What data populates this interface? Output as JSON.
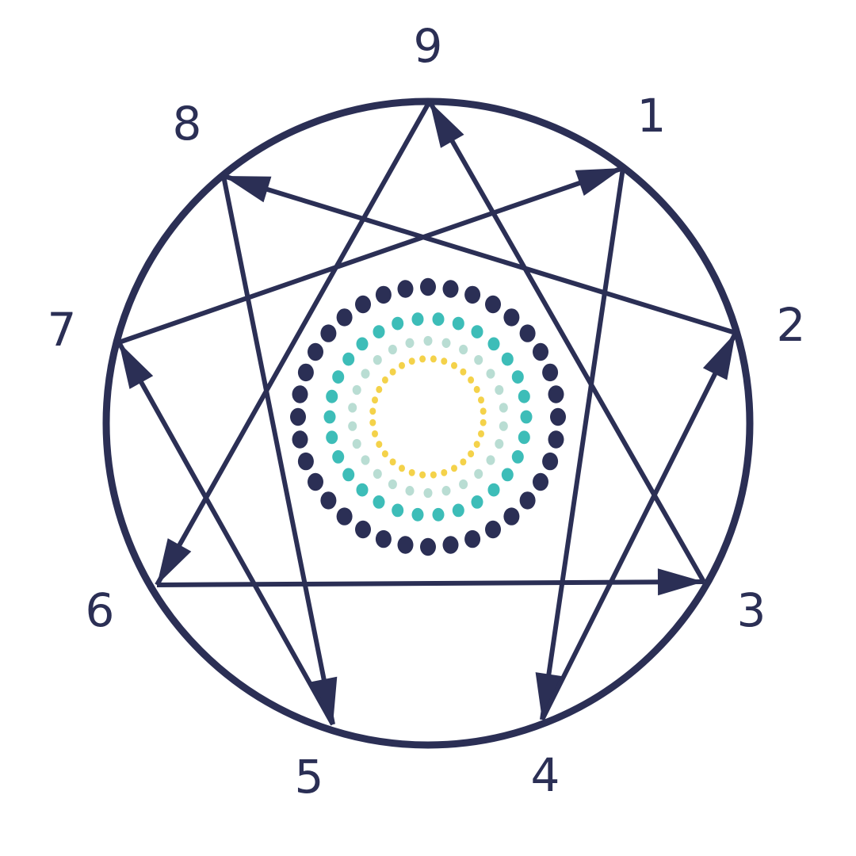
{
  "diagram": {
    "points": [
      {
        "id": "9",
        "label": "9"
      },
      {
        "id": "1",
        "label": "1"
      },
      {
        "id": "2",
        "label": "2"
      },
      {
        "id": "3",
        "label": "3"
      },
      {
        "id": "4",
        "label": "4"
      },
      {
        "id": "5",
        "label": "5"
      },
      {
        "id": "6",
        "label": "6"
      },
      {
        "id": "7",
        "label": "7"
      },
      {
        "id": "8",
        "label": "8"
      }
    ],
    "connections": [
      {
        "from": "9",
        "to": "6"
      },
      {
        "from": "3",
        "to": "9"
      },
      {
        "from": "6",
        "to": "3"
      },
      {
        "from": "1",
        "to": "4"
      },
      {
        "from": "4",
        "to": "2"
      },
      {
        "from": "2",
        "to": "8"
      },
      {
        "from": "8",
        "to": "5"
      },
      {
        "from": "5",
        "to": "7"
      },
      {
        "from": "7",
        "to": "1"
      }
    ],
    "center_rings": [
      {
        "name": "outer",
        "color": "#2b2f55",
        "dots": 36
      },
      {
        "name": "second",
        "color": "#3dbdb8",
        "dots": 30
      },
      {
        "name": "third",
        "color": "#b9ddd3",
        "dots": 26
      },
      {
        "name": "inner",
        "color": "#f4d24a",
        "dots": 32
      }
    ]
  },
  "colors": {
    "primary": "#2b2f55",
    "background": "#ffffff"
  }
}
